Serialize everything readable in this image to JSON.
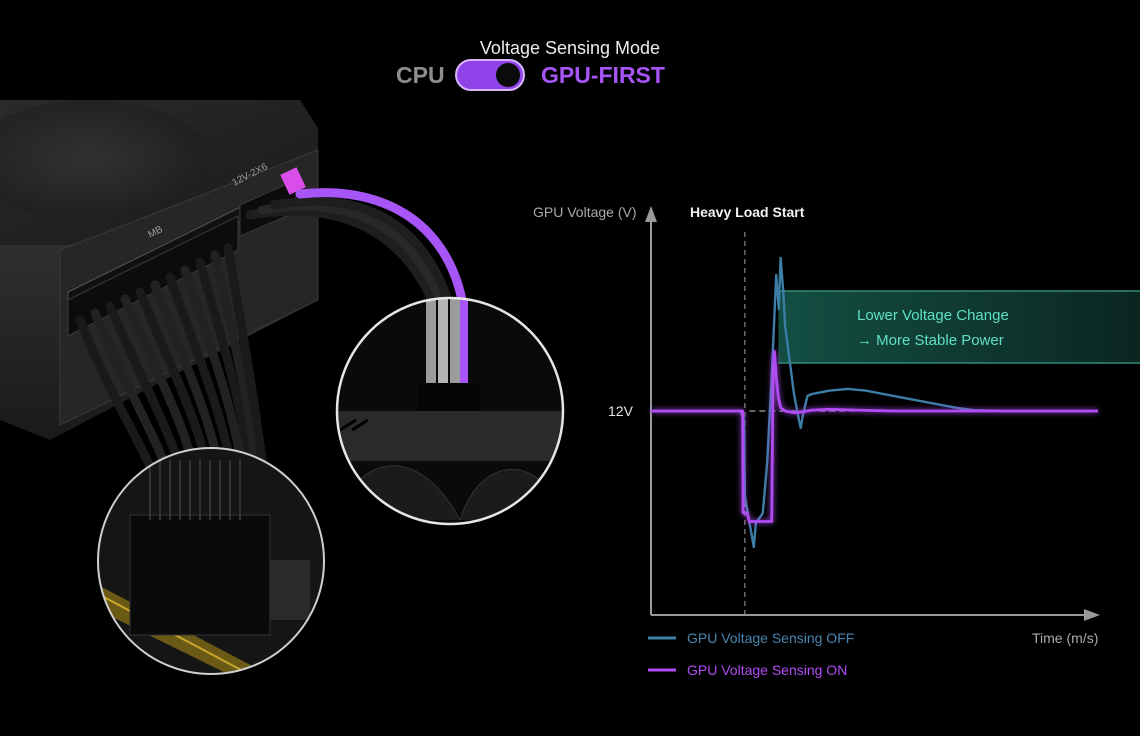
{
  "header": {
    "mode_title": "Voltage Sensing Mode",
    "left_option": "CPU",
    "right_option": "GPU-FIRST",
    "toggle_state": "GPU-FIRST"
  },
  "illustration": {
    "connector_mb_label": "MB",
    "connector_gpu_label": "12V-2X6"
  },
  "colors": {
    "accent_purple": "#a855f7",
    "off_line": "#3d7ea6",
    "callout_text": "#5fe0c6",
    "callout_bg": "#123f36"
  },
  "chart_data": {
    "type": "line",
    "ylabel": "GPU Voltage (V)",
    "xlabel": "Time (m/s)",
    "y_tick_labels": [
      "12V"
    ],
    "annotations": {
      "event_label": "Heavy Load Start",
      "callout_line1": "Lower Voltage Change",
      "callout_line2": "→ More Stable Power"
    },
    "legend": [
      {
        "name": "GPU Voltage Sensing OFF",
        "color": "#3d7ea6"
      },
      {
        "name": "GPU Voltage Sensing ON",
        "color": "#b14cf5"
      }
    ],
    "xlim": [
      0,
      100
    ],
    "ylim": [
      0,
      24
    ],
    "event_x": 21,
    "nominal_y": 12,
    "series": [
      {
        "name": "GPU Voltage Sensing OFF",
        "points": [
          [
            0,
            12
          ],
          [
            20,
            12
          ],
          [
            20.8,
            11.5
          ],
          [
            21,
            7
          ],
          [
            22,
            5.5
          ],
          [
            23,
            4
          ],
          [
            23.5,
            5.5
          ],
          [
            24,
            5.6
          ],
          [
            25,
            6
          ],
          [
            26,
            9
          ],
          [
            27,
            14
          ],
          [
            28,
            20
          ],
          [
            28.6,
            18
          ],
          [
            29,
            21
          ],
          [
            29.6,
            19
          ],
          [
            30,
            17
          ],
          [
            31,
            15
          ],
          [
            32,
            13
          ],
          [
            33,
            11.6
          ],
          [
            33.5,
            11
          ],
          [
            34,
            11.8
          ],
          [
            35,
            12.9
          ],
          [
            36,
            13
          ],
          [
            38,
            13.1
          ],
          [
            40,
            13.2
          ],
          [
            44,
            13.3
          ],
          [
            48,
            13.2
          ],
          [
            52,
            13
          ],
          [
            56,
            12.8
          ],
          [
            60,
            12.6
          ],
          [
            64,
            12.4
          ],
          [
            68,
            12.2
          ],
          [
            72,
            12.05
          ],
          [
            78,
            12
          ],
          [
            100,
            12
          ]
        ]
      },
      {
        "name": "GPU Voltage Sensing ON",
        "points": [
          [
            0,
            12
          ],
          [
            20.5,
            12
          ],
          [
            20.6,
            6
          ],
          [
            21.5,
            6
          ],
          [
            22,
            5.5
          ],
          [
            24,
            5.5
          ],
          [
            27,
            5.5
          ],
          [
            27.3,
            14
          ],
          [
            27.6,
            15.5
          ],
          [
            28,
            14
          ],
          [
            28.5,
            12.8
          ],
          [
            29,
            12.2
          ],
          [
            30,
            12
          ],
          [
            32,
            11.9
          ],
          [
            34,
            11.95
          ],
          [
            36,
            12.05
          ],
          [
            40,
            12.1
          ],
          [
            46,
            12.05
          ],
          [
            54,
            12
          ],
          [
            100,
            12
          ]
        ]
      }
    ]
  }
}
